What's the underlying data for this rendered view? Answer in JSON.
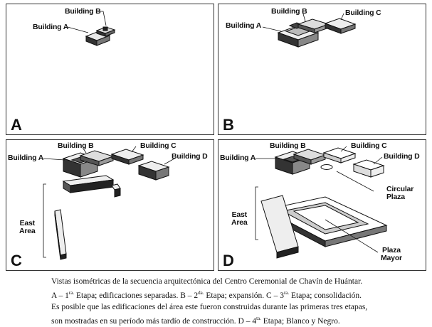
{
  "labels": {
    "building_a": "Building A",
    "building_b": "Building B",
    "building_c": "Building C",
    "building_d": "Building D",
    "east_area_line1": "East",
    "east_area_line2": "Area",
    "circular_plaza_line1": "Circular",
    "circular_plaza_line2": "Plaza",
    "plaza_mayor_line1": "Plaza",
    "plaza_mayor_line2": "Mayor"
  },
  "panels": {
    "a": "A",
    "b": "B",
    "c": "C",
    "d": "D"
  },
  "caption": {
    "line1": "Vistas isométricas de la secuencia arquitectónica del Centro Ceremonial de Chavín de Huántar.",
    "line2_a": "A – 1",
    "line2_sup1": "ra.",
    "line2_b": " Etapa; edificaciones separadas. B – 2",
    "line2_sup2": "da.",
    "line2_c": " Etapa; expansión. C – 3",
    "line2_sup3": "ra.",
    "line2_d": " Etapa; consolidación.",
    "line3": "Es posible que las edificaciones del área este fueron construidas durante las primeras tres etapas,",
    "line4_a": "son mostradas en su período más tardío de construcción. D – 4",
    "line4_sup": "ta.",
    "line4_b": " Etapa; Blanco y Negro."
  }
}
